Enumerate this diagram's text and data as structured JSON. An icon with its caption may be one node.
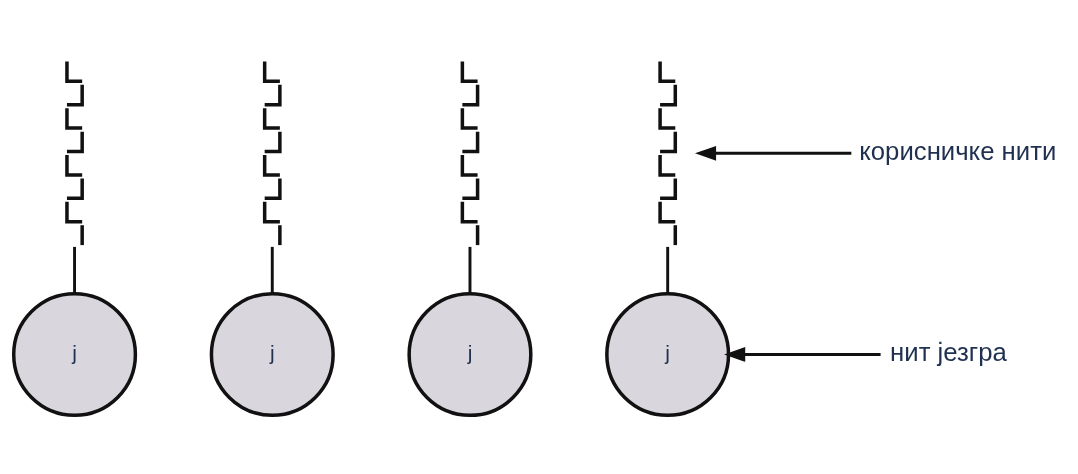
{
  "diagram": {
    "nodes": [
      {
        "text": [],
        "shape": "wave"
      },
      {
        "text": [],
        "shape": "wave"
      },
      {
        "text": [],
        "shape": "wave"
      },
      {
        "text": [],
        "shape": "wave"
      },
      {
        "text": [
          "корисничке нити"
        ]
      },
      {
        "text": [
          "ј"
        ]
      },
      {
        "text": [
          "ј"
        ]
      },
      {
        "text": [
          "ј"
        ]
      },
      {
        "text": [
          "ј"
        ]
      },
      {
        "text": [
          "нит језгра"
        ]
      }
    ],
    "edges": [
      {
        "from": 0,
        "to": 5,
        "arrow": "none"
      },
      {
        "from": 1,
        "to": 6,
        "arrow": "none"
      },
      {
        "from": 2,
        "to": 7,
        "arrow": "none"
      },
      {
        "from": 3,
        "to": 8,
        "arrow": "none"
      },
      {
        "from": 4,
        "to": 3,
        "arrow": "to"
      },
      {
        "from": 9,
        "to": 8,
        "arrow": "to"
      }
    ]
  }
}
